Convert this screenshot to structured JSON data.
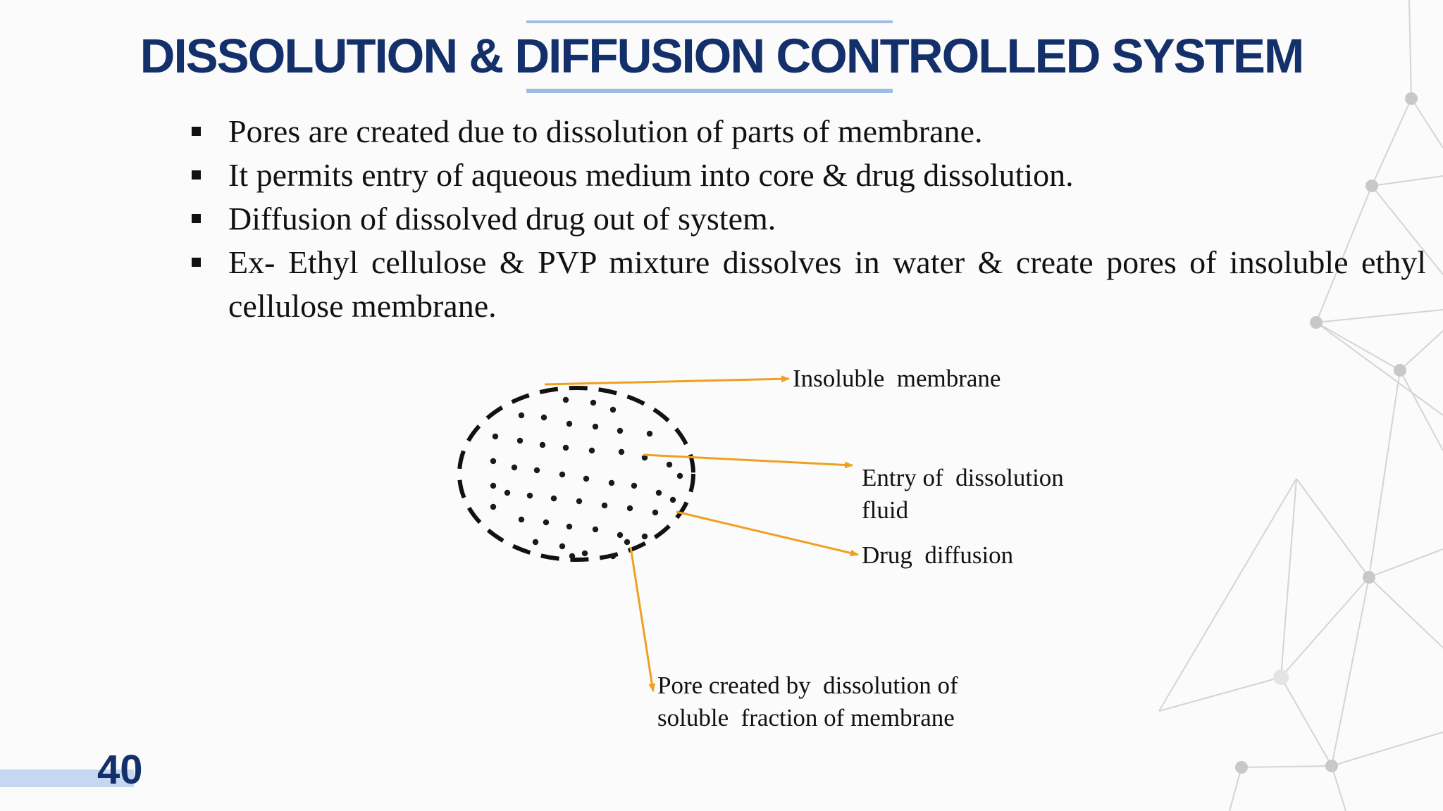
{
  "slide": {
    "title": "DISSOLUTION & DIFFUSION CONTROLLED SYSTEM",
    "page_number": "40",
    "bullets": [
      "Pores are created due to dissolution of  parts of membrane.",
      "It permits entry of aqueous medium  into core & drug dissolution.",
      "Diffusion of dissolved drug out of system.",
      "Ex- Ethyl cellulose & PVP mixture  dissolves in water & create pores of insoluble ethyl cellulose membrane."
    ]
  },
  "diagram": {
    "labels": {
      "insoluble_membrane": "Insoluble  membrane",
      "entry_line1": "Entry of  dissolution",
      "entry_line2": "fluid",
      "drug_diffusion": "Drug  diffusion",
      "pore_line1": "Pore created by  dissolution of",
      "pore_line2": "soluble  fraction of membrane"
    },
    "colors": {
      "arrow": "#f0a020",
      "membrane": "#111111"
    }
  },
  "theme": {
    "title_color": "#14306b",
    "accent_line": "#9ebde6",
    "page_bar": "#c5d8f2"
  }
}
